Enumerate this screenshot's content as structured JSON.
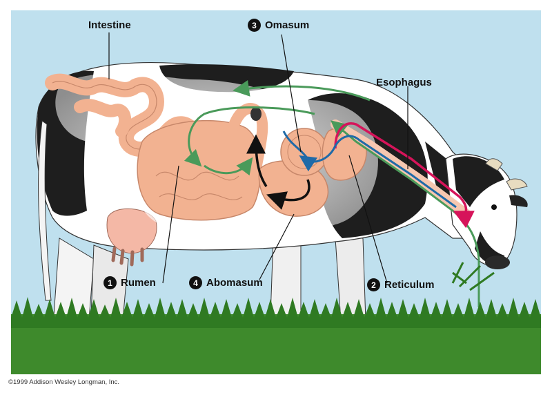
{
  "labels": {
    "intestine": "Intestine",
    "omasum": "Omasum",
    "omasum_num": "3",
    "esophagus": "Esophagus",
    "rumen": "Rumen",
    "rumen_num": "1",
    "abomasum": "Abomasum",
    "abomasum_num": "4",
    "reticulum": "Reticulum",
    "reticulum_num": "2"
  },
  "credit": "©1999 Addison Wesley Longman, Inc.",
  "colors": {
    "sky": "#bfe0ee",
    "grass": "#3e8a2c",
    "organ": "#f2b291",
    "food_path": "#4a9a5a",
    "regurgitation": "#d6145a",
    "swallow_again": "#1f6aa8",
    "digest": "#111111"
  }
}
